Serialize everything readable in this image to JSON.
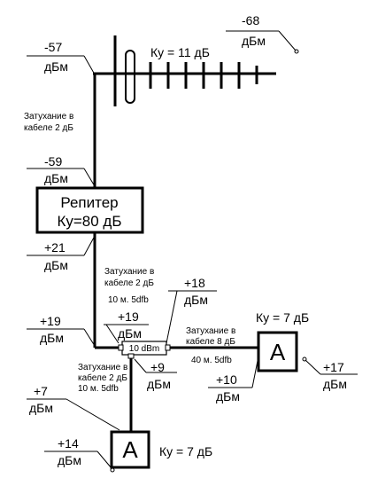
{
  "antenna": {
    "gain": "Ку = 11 дБ"
  },
  "levels": {
    "antenna_far": {
      "value": "-68",
      "unit": "дБм"
    },
    "antenna_out": {
      "value": "-57",
      "unit": "дБм"
    },
    "repeater_in": {
      "value": "-59",
      "unit": "дБм"
    },
    "repeater_out": {
      "value": "+21",
      "unit": "дБм"
    },
    "splitter_in": {
      "value": "+19",
      "unit": "дБм"
    },
    "splitter_top": {
      "value": "+19",
      "unit": "дБм"
    },
    "splitter_right_out": {
      "value": "+18",
      "unit": "дБм"
    },
    "splitter_bottom": {
      "value": "+9",
      "unit": "дБм"
    },
    "amp_right_in": {
      "value": "+10",
      "unit": "дБм"
    },
    "amp_right_out": {
      "value": "+17",
      "unit": "дБм"
    },
    "amp_bottom_in": {
      "value": "+7",
      "unit": "дБм"
    },
    "amp_bottom_out": {
      "value": "+14",
      "unit": "дБм"
    }
  },
  "cables": {
    "antenna_repeater": {
      "line1": "Затухание в",
      "line2": "кабеле 2 дБ"
    },
    "repeater_splitter": {
      "line1": "Затухание в",
      "line2": "кабеле 2 дБ",
      "spec": "10 м. 5dfb"
    },
    "splitter_amp_right": {
      "line1": "Затухание в",
      "line2": "кабеле 8 дБ",
      "spec": "40 м. 5dfb"
    },
    "splitter_amp_bottom": {
      "line1": "Затухание в",
      "line2": "кабеле 2 дБ",
      "spec": "10 м. 5dfb"
    }
  },
  "repeater": {
    "name": "Репитер",
    "gain": "Ку=80 дБ"
  },
  "splitter": {
    "label": "10 dBm"
  },
  "amp_right": {
    "letter": "A",
    "gain": "Ку = 7 дБ"
  },
  "amp_bottom": {
    "letter": "A",
    "gain": "Ку = 7 дБ"
  }
}
